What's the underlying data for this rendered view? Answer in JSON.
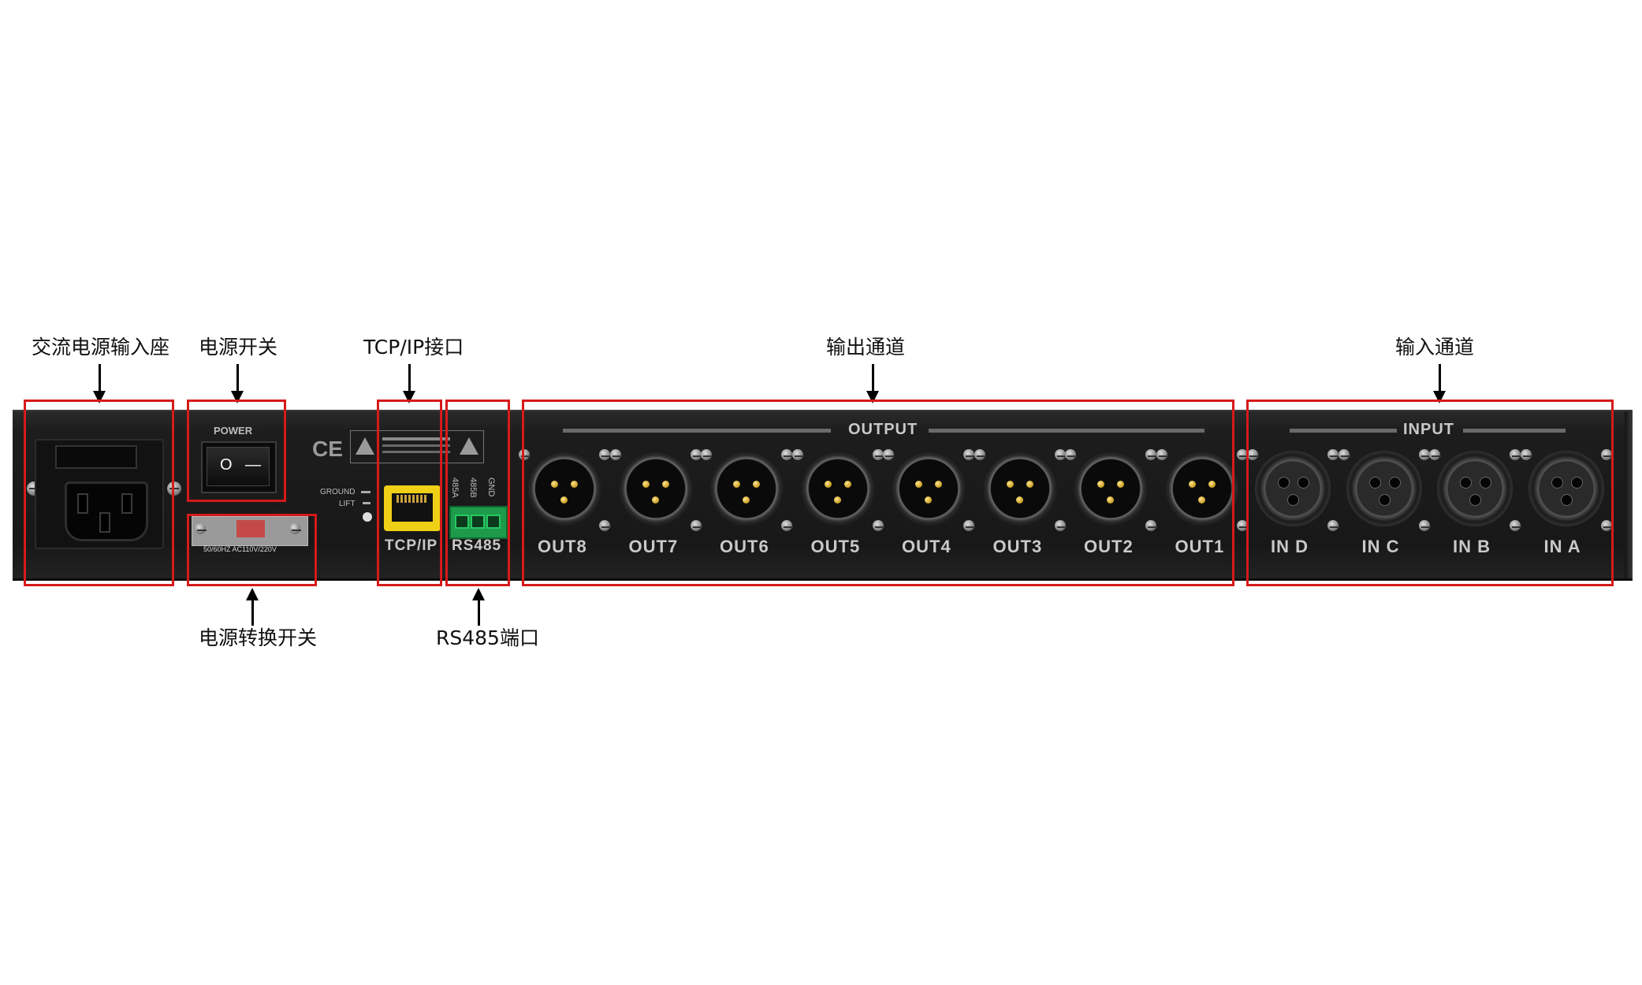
{
  "callouts": {
    "ac_inlet": "交流电源输入座",
    "power_switch": "电源开关",
    "tcpip": "TCP/IP接口",
    "outputs": "输出通道",
    "inputs": "输入通道",
    "voltage_switch": "电源转换开关",
    "rs485_port": "RS485端口"
  },
  "panel": {
    "power": "POWER",
    "switch_off": "O",
    "switch_on": "—",
    "ce": "CE",
    "ground": "GROUND",
    "lift": "LIFT",
    "v110": "110V",
    "v220": "220V",
    "voltage_rating": "50/60HZ  AC110V/220V",
    "tcpip": "TCP/IP",
    "rs485": "RS485",
    "pin_485a": "485A",
    "pin_485b": "485B",
    "pin_gnd": "GND",
    "output_group": "OUTPUT",
    "input_group": "INPUT",
    "outputs": [
      "OUT8",
      "OUT7",
      "OUT6",
      "OUT5",
      "OUT4",
      "OUT3",
      "OUT2",
      "OUT1"
    ],
    "inputs": [
      "IN D",
      "IN C",
      "IN B",
      "IN A"
    ]
  },
  "colors": {
    "highlight_box": "#d61a1a",
    "panel": "#1d1d1d",
    "rj45": "#f0cf17",
    "terminal": "#1d9a4a"
  }
}
